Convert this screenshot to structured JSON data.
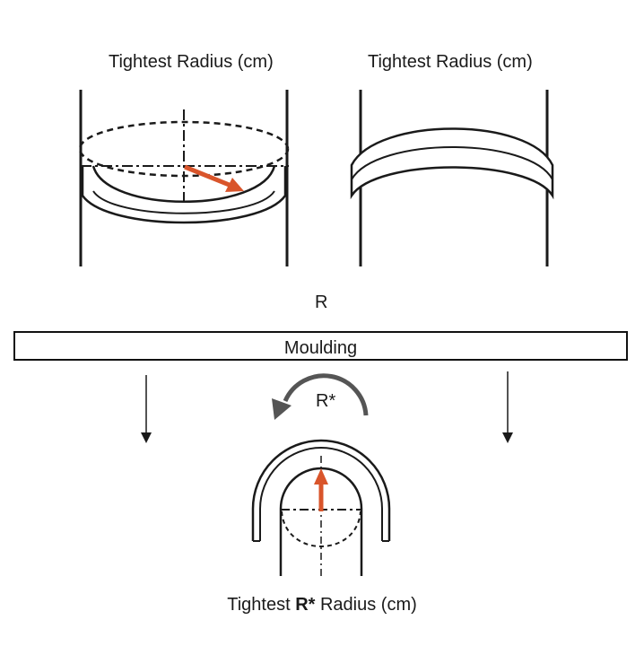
{
  "top_left_label": "Tightest Radius (cm)",
  "top_right_label": "Tightest Radius (cm)",
  "r_label": "R",
  "moulding_label": "Moulding",
  "r_star_label": "R*",
  "bottom_caption": {
    "prefix": "Tightest ",
    "bold": "R*",
    "suffix": " Radius (cm)"
  },
  "colors": {
    "arrow_accent": "#d9552b",
    "line": "#1a1a1a",
    "rotation_arrow": "#555555"
  }
}
